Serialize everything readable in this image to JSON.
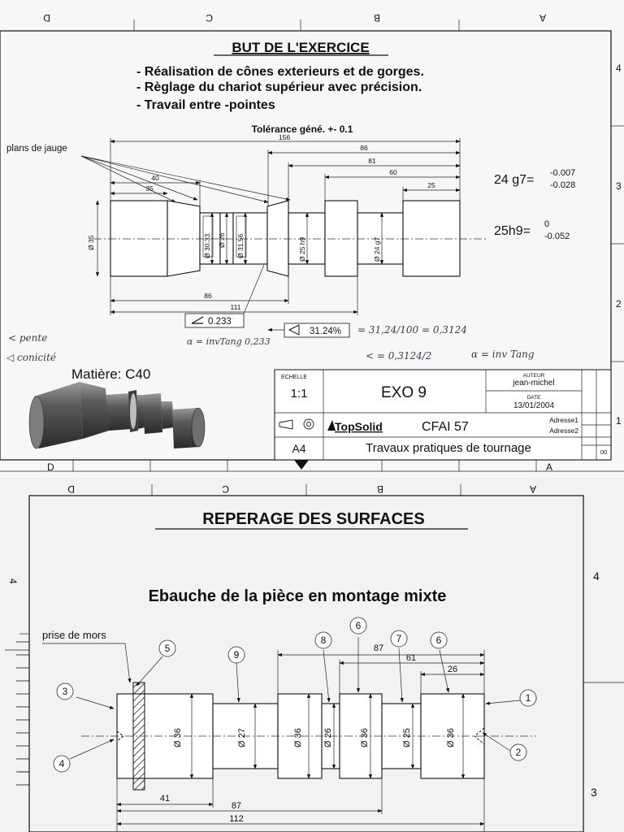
{
  "top": {
    "border_letters": [
      "D",
      "C",
      "B",
      "A"
    ],
    "border_numbers": [
      "4",
      "3",
      "2",
      "1"
    ],
    "title": "BUT DE L'EXERCICE",
    "objectives": [
      "- Réalisation de cônes exterieurs et de gorges.",
      "- Règlage du chariot supérieur avec précision.",
      "- Travail entre -pointes"
    ],
    "tolerance": "Tolérance géné. +- 0.1",
    "plans_label": "plans de jauge",
    "dims_top": [
      "156",
      "86",
      "81",
      "60",
      "25",
      "40",
      "35"
    ],
    "dims_bottom": [
      "86",
      "111"
    ],
    "diams": [
      "Ø 35",
      "Ø 30.33",
      "Ø 26",
      "Ø 31.56",
      "Ø 25 h9",
      "Ø 24 g7"
    ],
    "fit_g7": {
      "label": "24 g7=",
      "upper": "-0.007",
      "lower": "-0.028"
    },
    "fit_h9": {
      "label": "25h9=",
      "upper": "0",
      "lower": "-0.052"
    },
    "cone_angle": "0.233",
    "conicity": "31.24%",
    "handwritten": [
      "< pente",
      "◁ conicité",
      "α = invTang 0,233",
      "= 31,24/100 = 0,3124",
      "< = 0,3124/2",
      "α = inv Tang"
    ],
    "material": "Matière: C40",
    "cartouche": {
      "echelle_label": "ECHELLE",
      "echelle": "1:1",
      "title": "EXO 9",
      "auteur_label": "AUTEUR",
      "auteur": "jean-michel",
      "date_label": "DATE",
      "date": "13/01/2004",
      "software": "TopSolid",
      "school": "CFAI 57",
      "adresse1": "Adresse1",
      "adresse2": "Adresse2",
      "format": "A4",
      "subtitle": "Travaux pratiques de tournage",
      "index": "00"
    },
    "bottom_letters": [
      "D",
      "A"
    ]
  },
  "bottom": {
    "border_letters": [
      "D",
      "C",
      "B",
      "A"
    ],
    "border_numbers": [
      "4",
      "4",
      "3"
    ],
    "title": "REPERAGE DES SURFACES",
    "subtitle": "Ebauche de la pièce en montage mixte",
    "mors_label": "prise de mors",
    "balloons": [
      "1",
      "2",
      "3",
      "4",
      "5",
      "6",
      "6",
      "7",
      "8",
      "9"
    ],
    "diams": [
      "Ø 36",
      "Ø 27",
      "Ø 36",
      "Ø 26",
      "Ø 36",
      "Ø 25",
      "Ø 36"
    ],
    "dims_top": [
      "87",
      "61",
      "26"
    ],
    "dims_bottom": [
      "41",
      "87",
      "112"
    ]
  }
}
